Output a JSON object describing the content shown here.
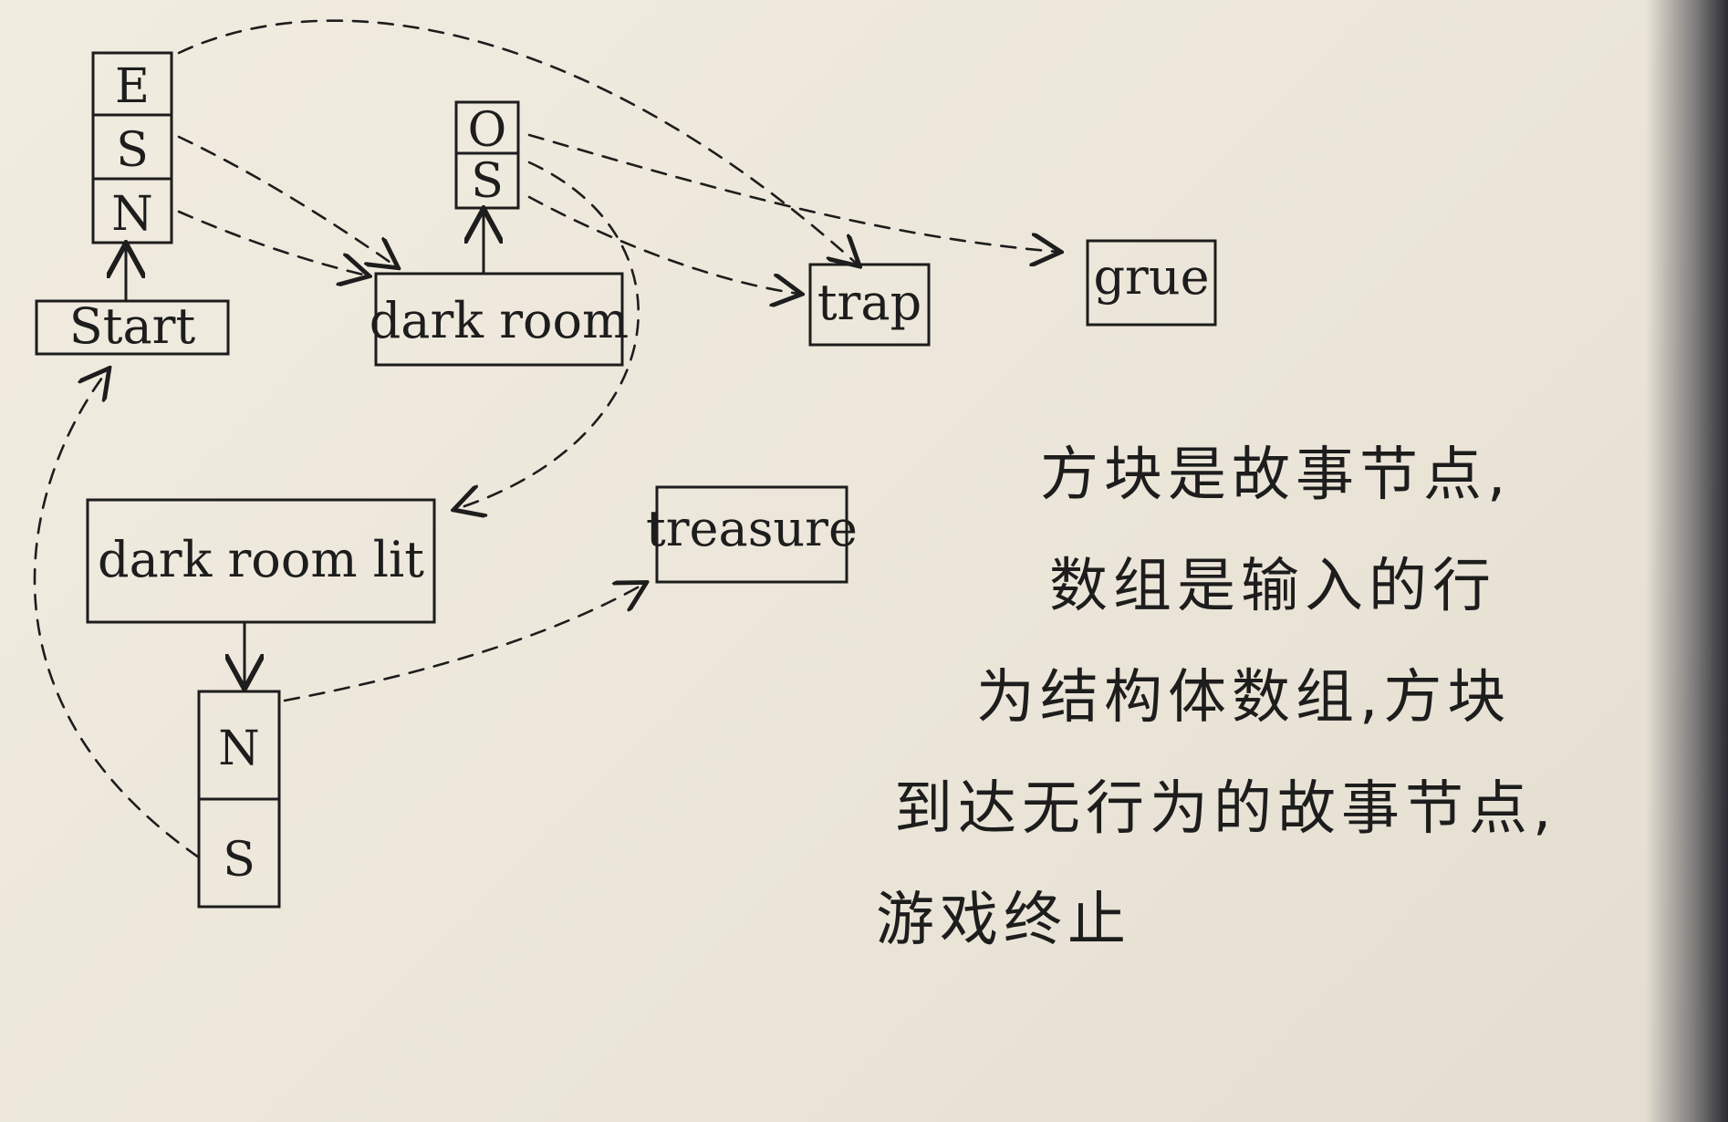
{
  "nodes": {
    "start": "Start",
    "dark_room": "dark room",
    "trap": "trap",
    "grue": "grue",
    "dark_room_lit": "dark room lit",
    "treasure": "treasure"
  },
  "choices": {
    "start": [
      "E",
      "S",
      "N"
    ],
    "dark_room": [
      "O",
      "S"
    ],
    "dark_room_lit": [
      "N",
      "S"
    ]
  },
  "notes": [
    "方块是故事节点,",
    "数组是输入的行",
    "为结构体数组,方块",
    "到达无行为的故事节点,",
    "游戏终止"
  ],
  "colors": {
    "ink": "#1d1d1d",
    "paper": "#efe9dc"
  }
}
